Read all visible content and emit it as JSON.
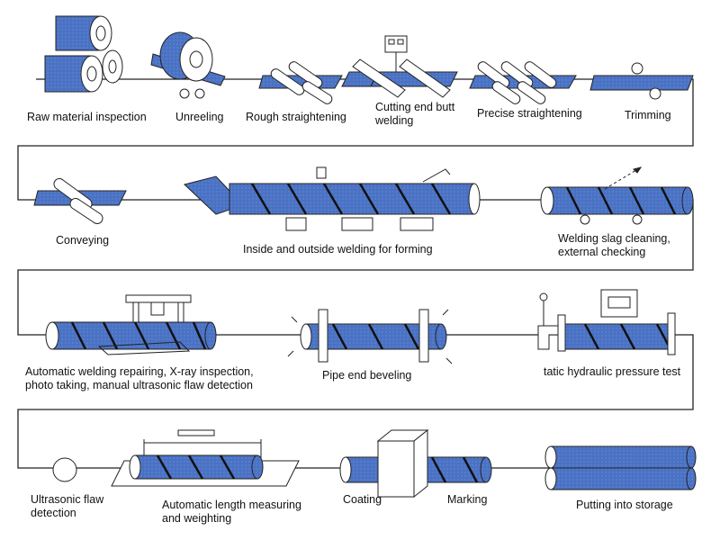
{
  "colors": {
    "pipe": "#4a72c4",
    "pipe_dark": "#2f56a8",
    "line": "#222222",
    "machine": "#ffffff"
  },
  "steps": {
    "raw_material_inspection": "Raw material inspection",
    "unreeling": "Unreeling",
    "rough_straightening": "Rough straightening",
    "cutting_end_butt_welding_1": "Cutting end butt",
    "cutting_end_butt_welding_2": "welding",
    "precise_straightening": "Precise straightening",
    "trimming": "Trimming",
    "conveying": "Conveying",
    "inside_outside_welding": "Inside and outside welding for forming",
    "slag_cleaning_1": "Welding slag cleaning,",
    "slag_cleaning_2": "external checking",
    "auto_repair_1": "Automatic welding repairing, X-ray inspection,",
    "auto_repair_2": "photo taking, manual ultrasonic flaw detection",
    "pipe_end_beveling": "Pipe end beveling",
    "hydraulic_test": "tatic hydraulic pressure test",
    "ultrasonic_1": "Ultrasonic flaw",
    "ultrasonic_2": "detection",
    "length_measuring_1": "Automatic length measuring",
    "length_measuring_2": "and weighting",
    "coating": "Coating",
    "marking": "Marking",
    "storage": "Putting into storage"
  }
}
